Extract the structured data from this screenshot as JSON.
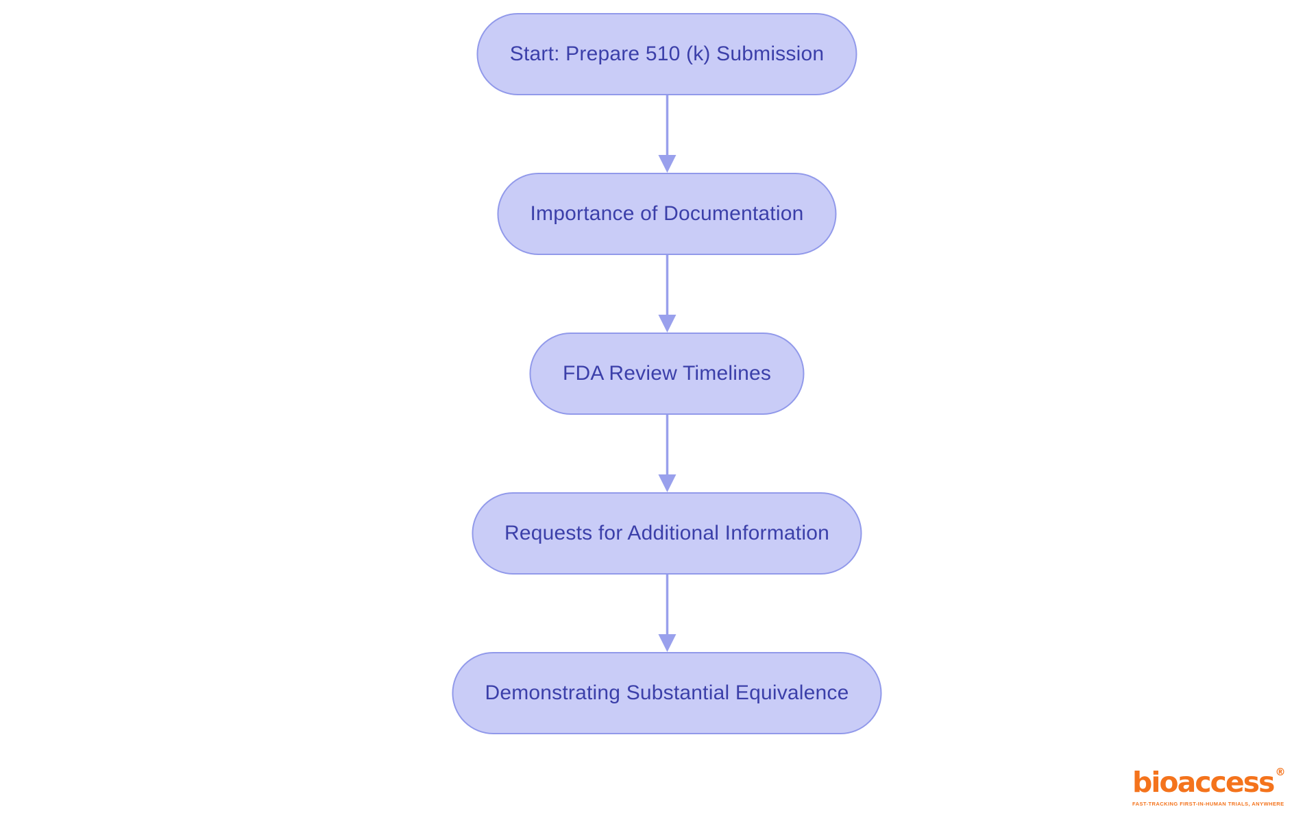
{
  "flowchart": {
    "type": "flowchart",
    "direction": "top-down",
    "nodes": [
      {
        "id": "start",
        "label": "Start: Prepare 510 (k) Submission"
      },
      {
        "id": "documentation",
        "label": "Importance of Documentation"
      },
      {
        "id": "timelines",
        "label": "FDA Review Timelines"
      },
      {
        "id": "additional-info",
        "label": "Requests for Additional Information"
      },
      {
        "id": "equivalence",
        "label": "Demonstrating Substantial Equivalence"
      }
    ],
    "edges": [
      {
        "from": "start",
        "to": "documentation"
      },
      {
        "from": "documentation",
        "to": "timelines"
      },
      {
        "from": "timelines",
        "to": "additional-info"
      },
      {
        "from": "additional-info",
        "to": "equivalence"
      }
    ],
    "style": {
      "node_fill": "#C9CCF7",
      "node_border": "#9199EA",
      "node_text": "#3B3FA9",
      "arrow_color": "#99A0EC",
      "background": "#FFFFFF"
    }
  },
  "branding": {
    "logo_text": "bioaccess",
    "registered_mark": "®",
    "tagline": "FAST-TRACKING FIRST-IN-HUMAN TRIALS, ANYWHERE",
    "logo_color": "#F4731C"
  }
}
